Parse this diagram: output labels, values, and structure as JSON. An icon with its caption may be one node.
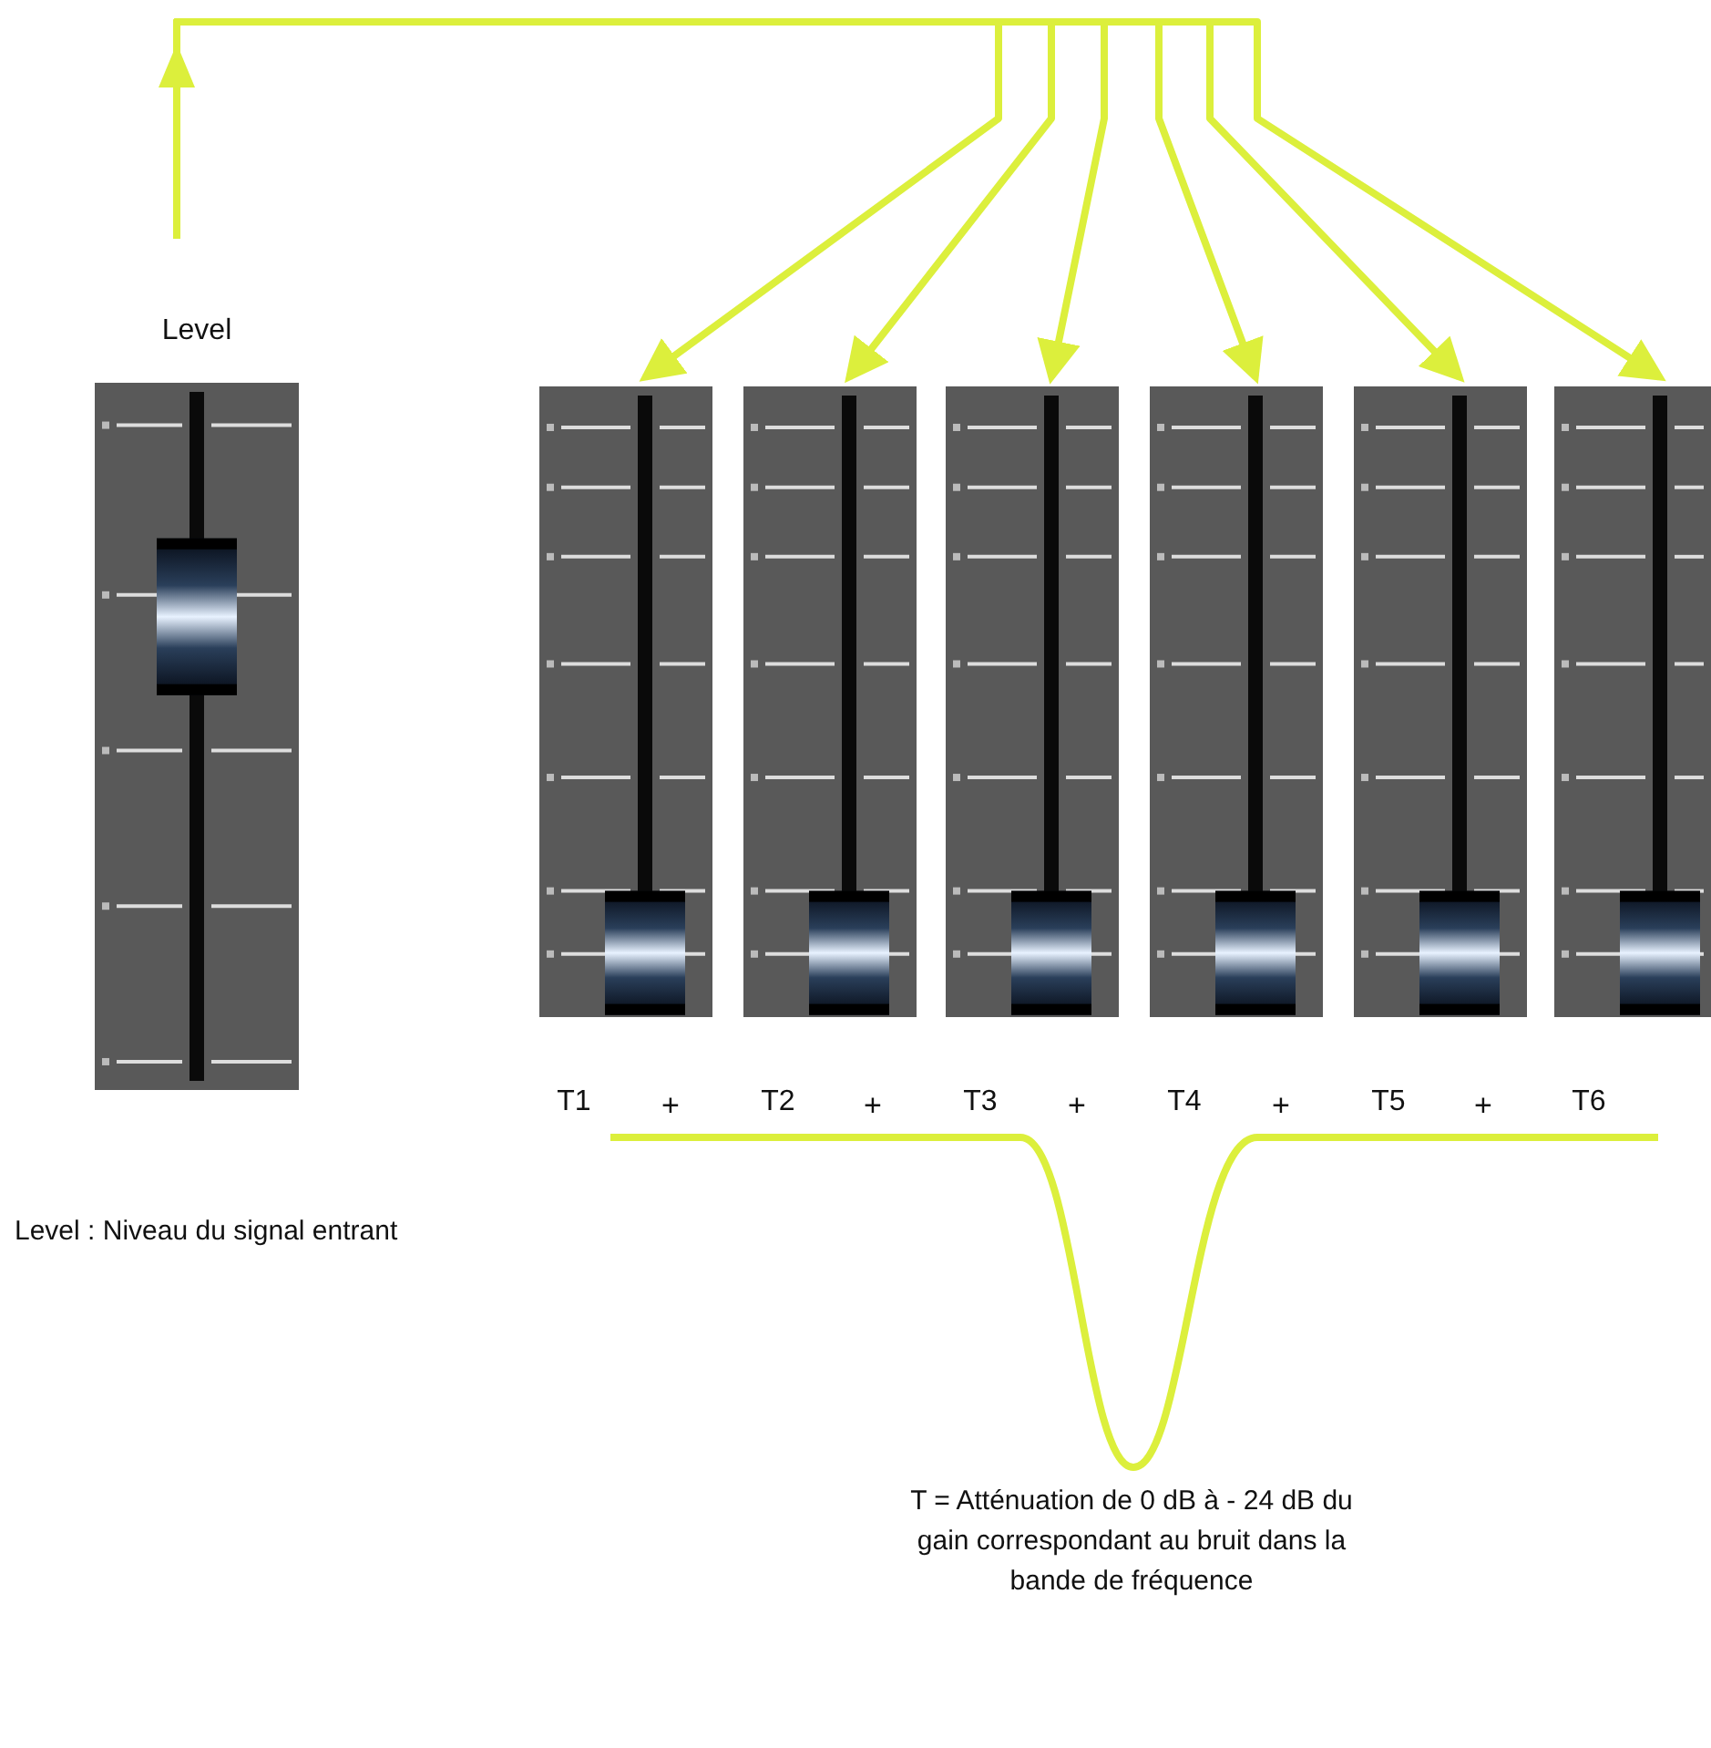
{
  "diagram": {
    "nodes": [
      {
        "text": [
          "Level"
        ]
      },
      {
        "text": [
          "T1"
        ]
      },
      {
        "text": [
          "T2"
        ]
      },
      {
        "text": [
          "T3"
        ]
      },
      {
        "text": [
          "T4"
        ]
      },
      {
        "text": [
          "T5"
        ]
      },
      {
        "text": [
          "T6"
        ]
      }
    ],
    "edges": [
      {
        "from": 0,
        "to": 1,
        "arrow": "to"
      },
      {
        "from": 0,
        "to": 2,
        "arrow": "to"
      },
      {
        "from": 0,
        "to": 3,
        "arrow": "to"
      },
      {
        "from": 0,
        "to": 4,
        "arrow": "to"
      },
      {
        "from": 0,
        "to": 5,
        "arrow": "to"
      },
      {
        "from": 0,
        "to": 6,
        "arrow": "to"
      }
    ],
    "labels": [
      "+",
      "+",
      "+",
      "+",
      "+",
      "Level : Niveau du signal entrant",
      "T = Atténuation de 0 dB à - 24 dB du gain correspondant au bruit dans la bande de fréquence"
    ]
  }
}
